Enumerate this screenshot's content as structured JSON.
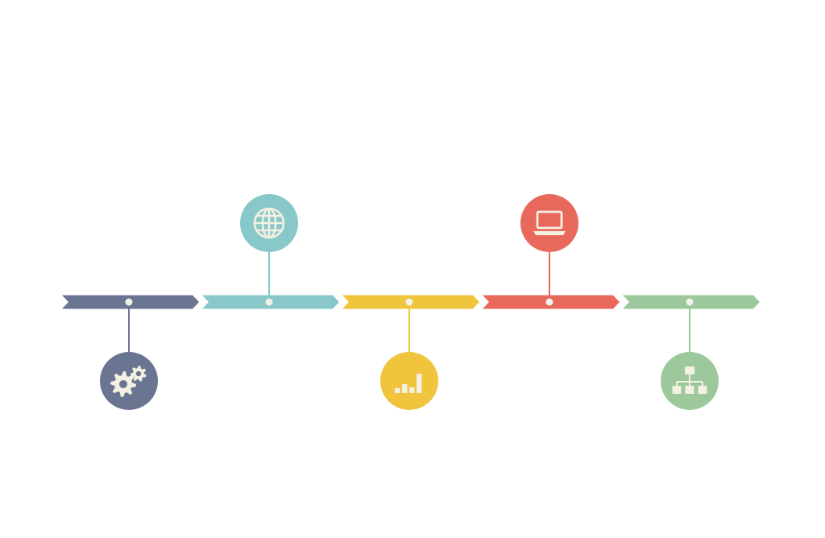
{
  "background_color": "#ffffff",
  "connector_dot_color": "#f2f1ea",
  "icon_fill_color": "#f4f0e2",
  "steps": [
    {
      "key": "settings",
      "color": "#6a7591",
      "icon": "gears-icon",
      "marker_position": "below"
    },
    {
      "key": "global",
      "color": "#88c8c8",
      "icon": "globe-icon",
      "marker_position": "above"
    },
    {
      "key": "analytics",
      "color": "#f0c43c",
      "icon": "bar-chart-icon",
      "marker_position": "below"
    },
    {
      "key": "computer",
      "color": "#e8695c",
      "icon": "laptop-icon",
      "marker_position": "above"
    },
    {
      "key": "hierarchy",
      "color": "#9cc89c",
      "icon": "org-chart-icon",
      "marker_position": "below"
    }
  ]
}
